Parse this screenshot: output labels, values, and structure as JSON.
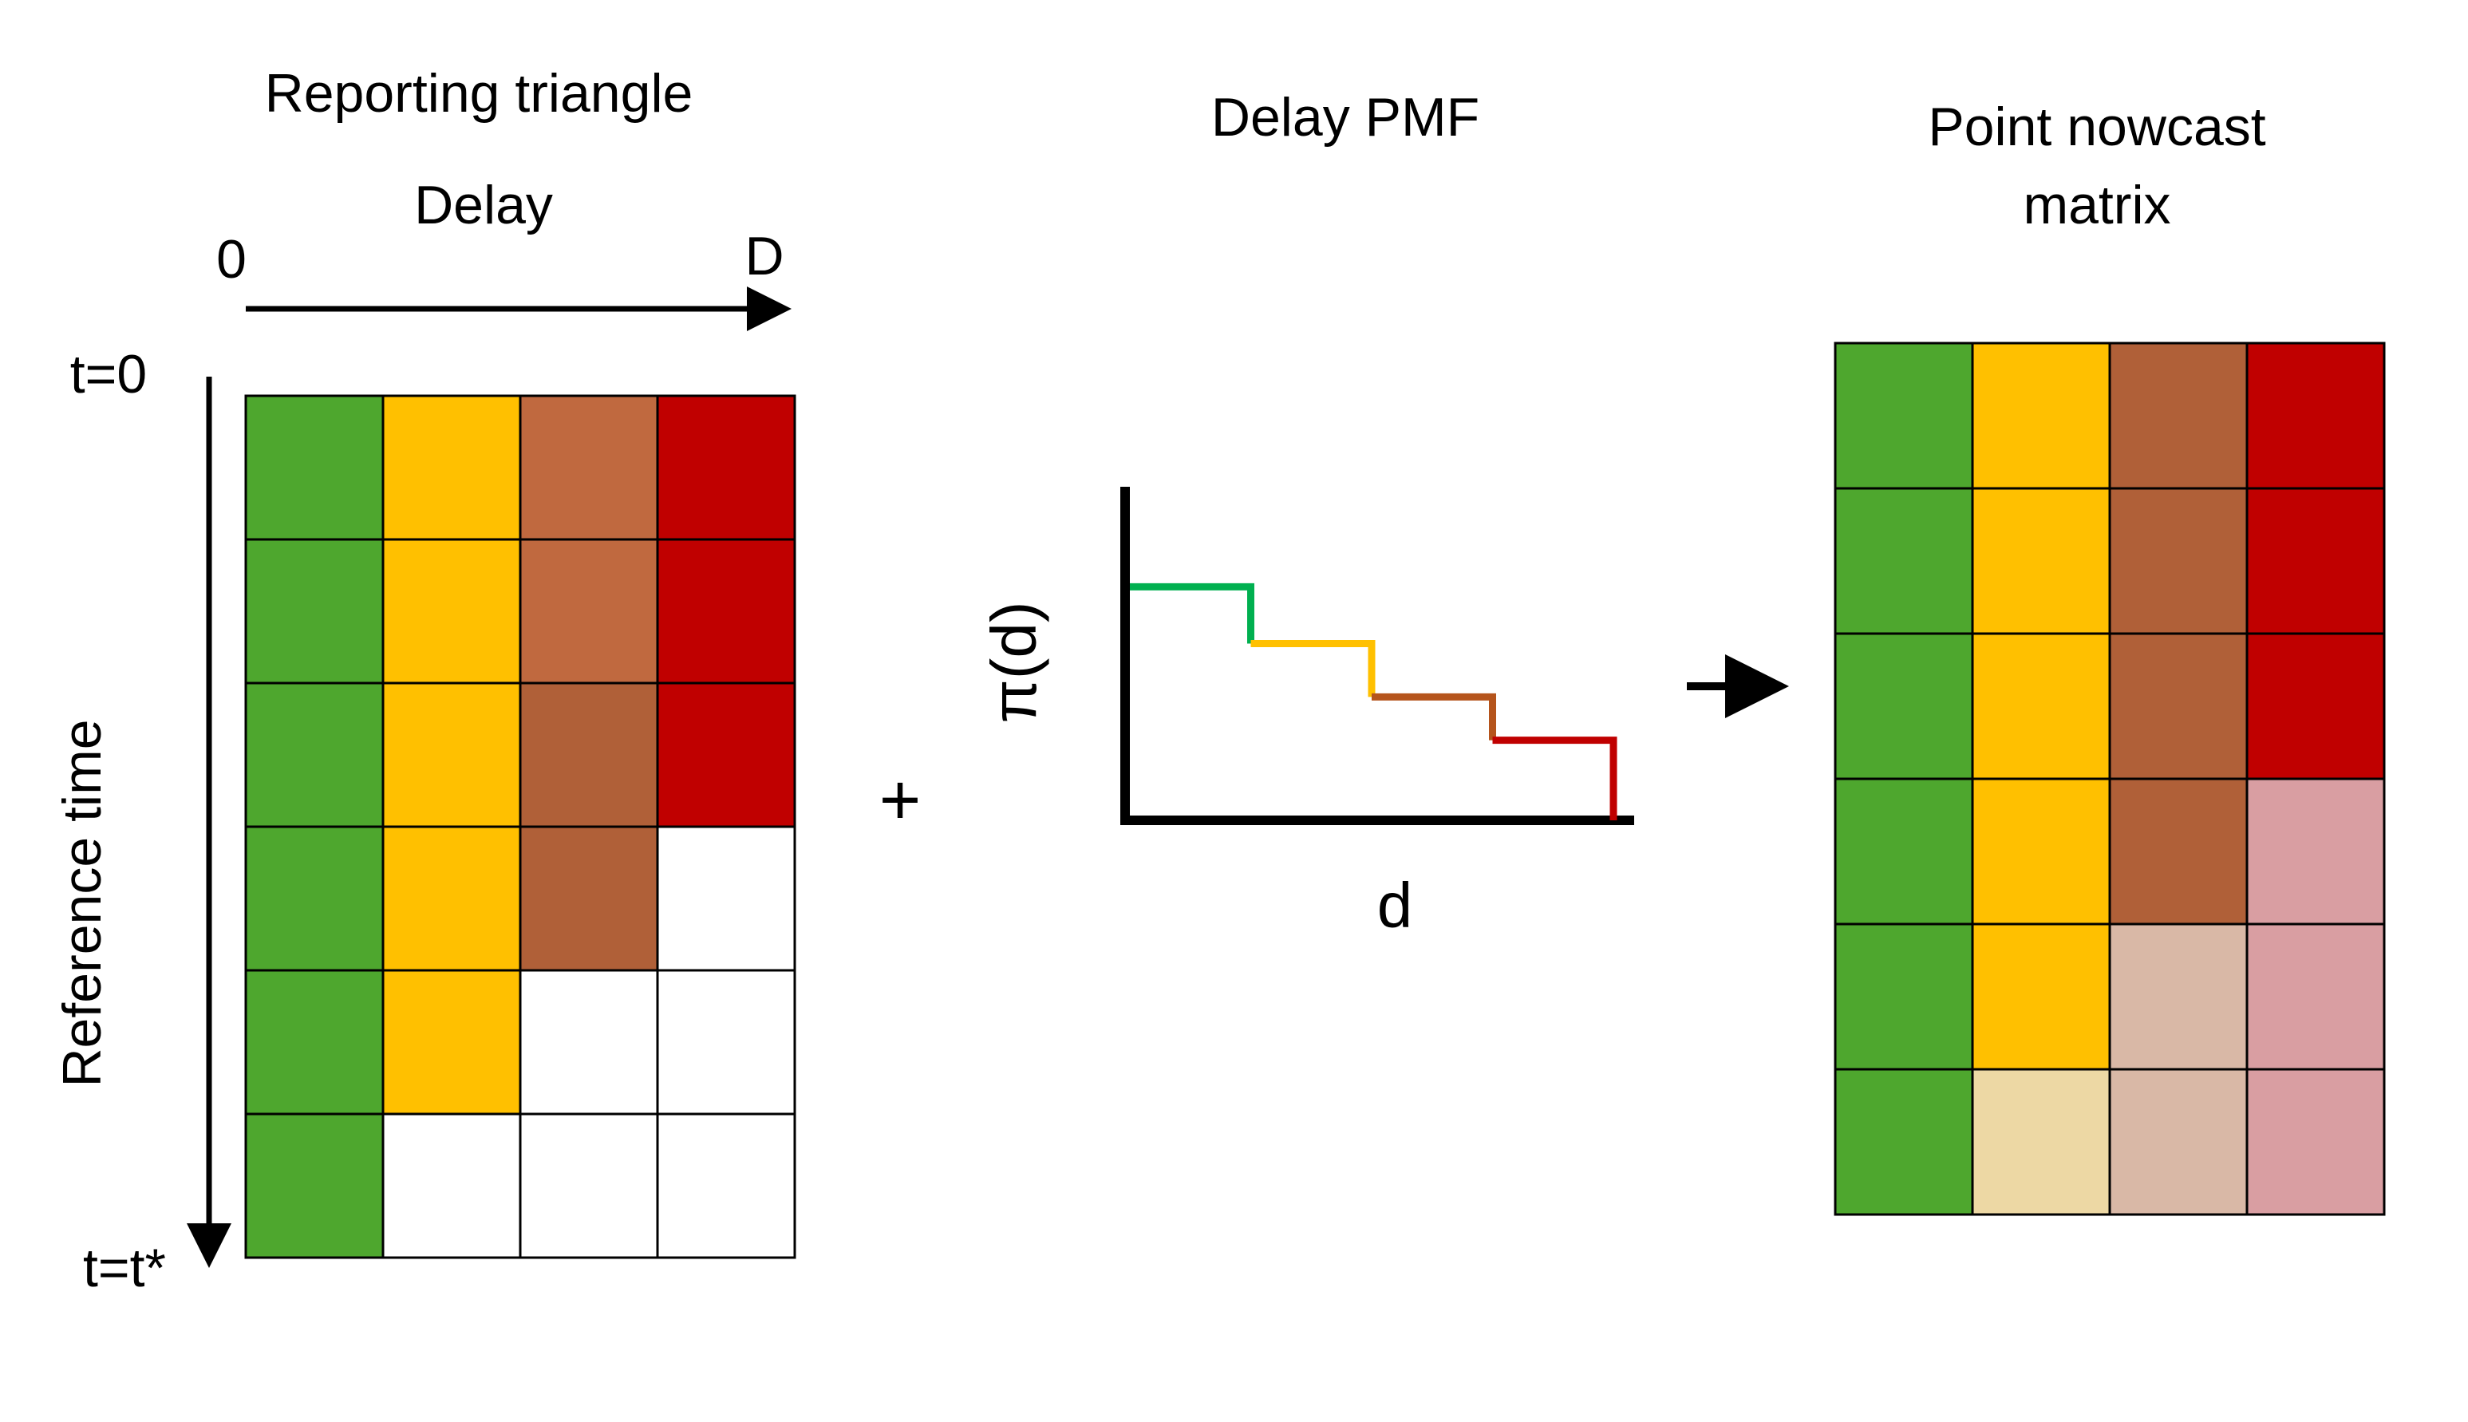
{
  "colors": {
    "green": "#4ea72e",
    "yellow": "#ffc000",
    "brown_light": "#c0693f",
    "brown": "#b06038",
    "red": "#c00000",
    "empty": "#ffffff",
    "yellow_faded": "#edd8a4",
    "brown_faded": "#d9b8a6",
    "red_faded": "#d99ea2",
    "curve_green": "#00b050",
    "curve_yellow": "#ffc000",
    "curve_brown": "#b5541c",
    "curve_red": "#c00000"
  },
  "triangle": {
    "title": "Reporting triangle",
    "axis_label": "Delay",
    "delay_start": "0",
    "delay_end": "D",
    "time_start": "t=0",
    "time_end": "t=t*",
    "time_axis_label": "Reference time",
    "cells": [
      [
        "green",
        "yellow",
        "brown_light",
        "red"
      ],
      [
        "green",
        "yellow",
        "brown_light",
        "red"
      ],
      [
        "green",
        "yellow",
        "brown",
        "red"
      ],
      [
        "green",
        "yellow",
        "brown",
        "empty"
      ],
      [
        "green",
        "yellow",
        "empty",
        "empty"
      ],
      [
        "green",
        "empty",
        "empty",
        "empty"
      ]
    ]
  },
  "plus": "+",
  "pmf": {
    "title": "Delay PMF",
    "ylabel": "π(d)",
    "xlabel": "d",
    "steps": [
      {
        "color": "curve_green",
        "value": 0.7
      },
      {
        "color": "curve_yellow",
        "value": 0.53
      },
      {
        "color": "curve_brown",
        "value": 0.37
      },
      {
        "color": "curve_red",
        "value": 0.24
      }
    ]
  },
  "nowcast": {
    "title_line1": "Point nowcast",
    "title_line2": "matrix",
    "cells": [
      [
        "green",
        "yellow",
        "brown",
        "red"
      ],
      [
        "green",
        "yellow",
        "brown",
        "red"
      ],
      [
        "green",
        "yellow",
        "brown",
        "red"
      ],
      [
        "green",
        "yellow",
        "brown",
        "red_faded"
      ],
      [
        "green",
        "yellow",
        "brown_faded",
        "red_faded"
      ],
      [
        "green",
        "yellow_faded",
        "brown_faded",
        "red_faded"
      ]
    ]
  }
}
